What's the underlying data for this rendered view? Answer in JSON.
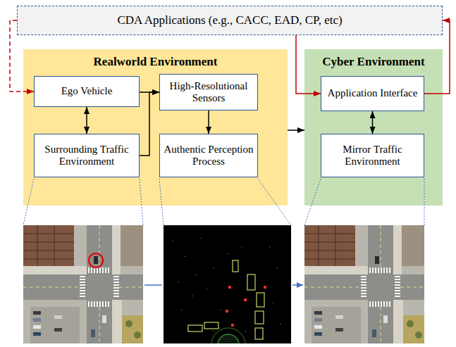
{
  "diagram": {
    "nodes": [
      {
        "text": [
          "CDA Applications (e.g., CACC, EAD, CP, etc)"
        ]
      },
      {
        "text": [
          "Realworld Environment"
        ]
      },
      {
        "text": [
          "Ego Vehicle"
        ],
        "in": 1
      },
      {
        "text": [
          "High-Resolutional Sensors"
        ],
        "in": 1
      },
      {
        "text": [
          "Surrounding Traffic Environment"
        ],
        "in": 1
      },
      {
        "text": [
          "Authentic Perception Process"
        ],
        "in": 1
      },
      {
        "text": [
          "Cyber Environment"
        ]
      },
      {
        "text": [
          "Application Interface"
        ],
        "in": 6
      },
      {
        "text": [
          "Mirror Traffic Environment"
        ],
        "in": 6
      }
    ],
    "edges": [
      {
        "from": 0,
        "to": 2,
        "arrow": "to"
      },
      {
        "from": 2,
        "to": 4,
        "arrow": "both"
      },
      {
        "from": 2,
        "to": 3,
        "arrow": "to"
      },
      {
        "from": 4,
        "to": 3,
        "arrow": "to"
      },
      {
        "from": 3,
        "to": 5,
        "arrow": "to"
      },
      {
        "from": 1,
        "to": 6,
        "arrow": "to"
      },
      {
        "from": 0,
        "to": 7,
        "arrow": "to"
      },
      {
        "from": 7,
        "to": 0,
        "arrow": "to"
      },
      {
        "from": 7,
        "to": 8,
        "arrow": "both"
      }
    ]
  }
}
